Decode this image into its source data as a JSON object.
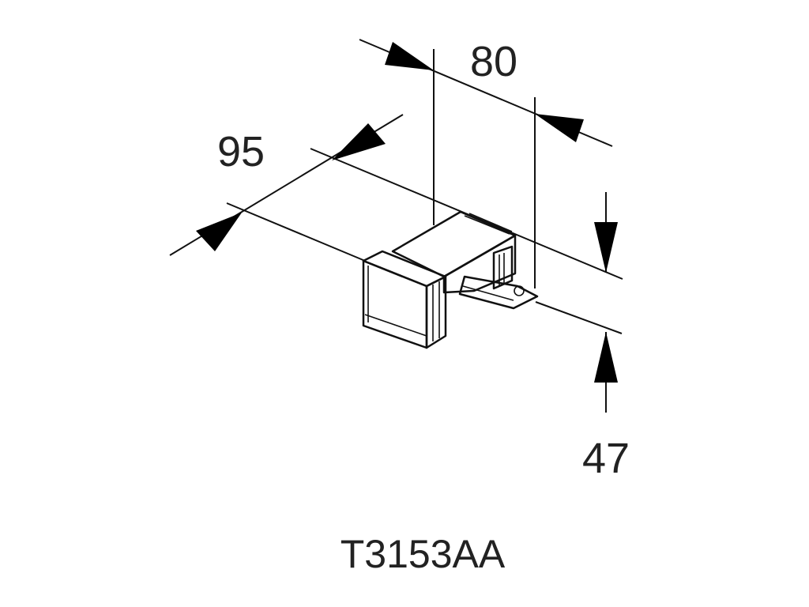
{
  "drawing": {
    "dimensions": {
      "width": "80",
      "depth": "95",
      "height": "47"
    },
    "model_code": "T3153AA"
  }
}
